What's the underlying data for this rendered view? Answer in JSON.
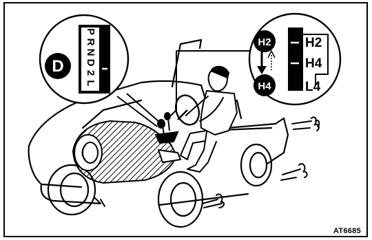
{
  "shift_lever": {
    "mode_badge": "D",
    "positions": [
      "P",
      "R",
      "N",
      "D",
      "2",
      "L"
    ]
  },
  "transfer_lever": {
    "from_badge": "H2",
    "to_badge": "H4",
    "positions": [
      "H2",
      "H4",
      "L4"
    ]
  },
  "figure_code": "AT6685"
}
